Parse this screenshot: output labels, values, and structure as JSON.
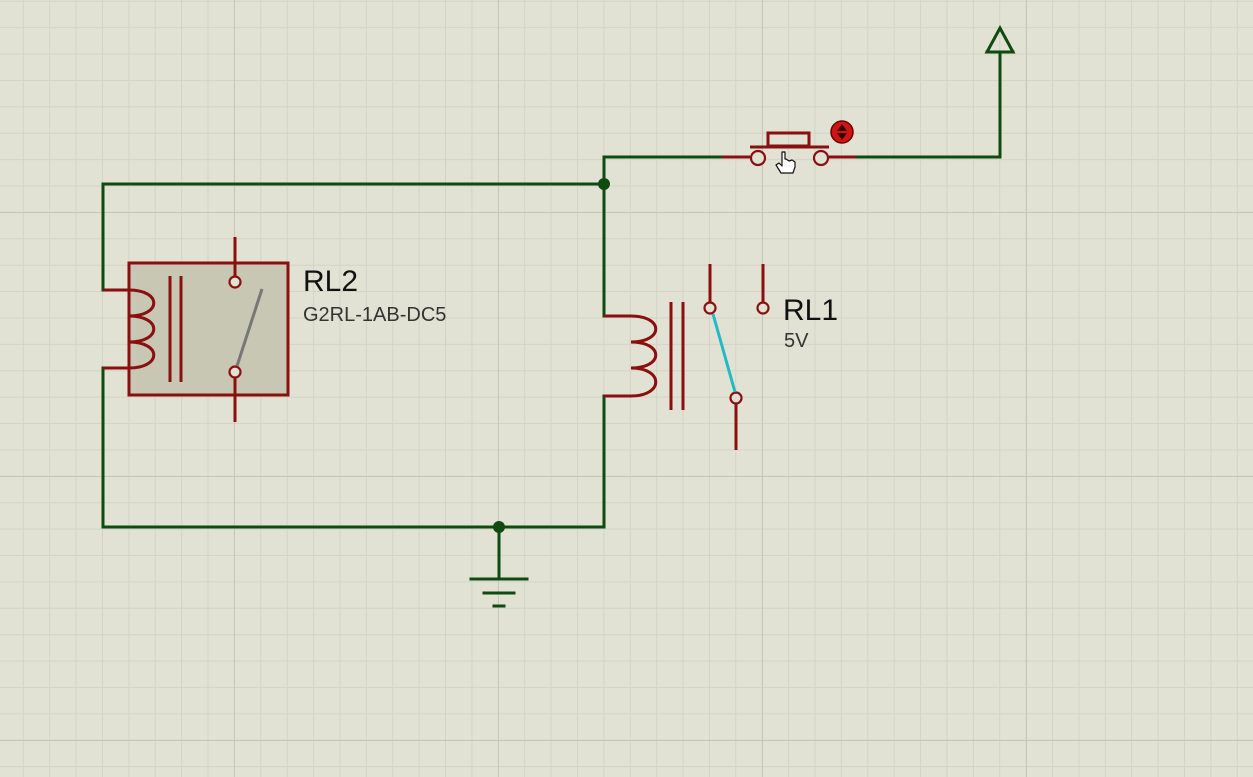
{
  "components": {
    "rl2": {
      "ref": "RL2",
      "value": "G2RL-1AB-DC5"
    },
    "rl1": {
      "ref": "RL1",
      "value": "5V"
    }
  },
  "colors": {
    "wire": "#0f4a0f",
    "part": "#8a1010",
    "contact_closed": "#25b9c4",
    "contact_open": "#777777",
    "relay_body": "#c7c7b3",
    "background": "#e2e2d4"
  }
}
